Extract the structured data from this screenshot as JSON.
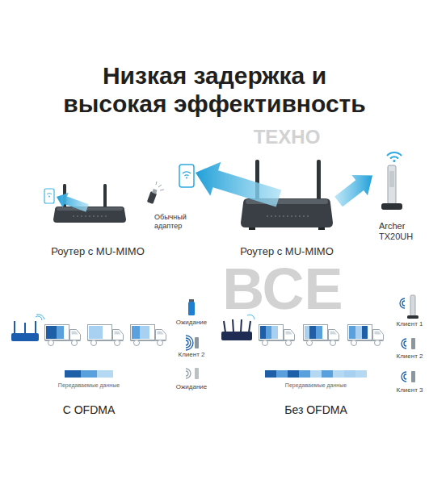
{
  "diagram": {
    "title": "Низкая задержка и высокая эффективность",
    "nodes": [
      {
        "text": [
          "Роутер с MU-MIMO"
        ]
      },
      {
        "text": [
          "Обычный адаптер"
        ]
      },
      {
        "text": [
          "Роутер с MU-MIMO"
        ]
      },
      {
        "text": [
          "Archer TX20UH"
        ]
      }
    ],
    "edges": [
      {
        "from": 2,
        "to": 3,
        "arrow": "to"
      }
    ],
    "labels": [
      "ТЕХНО",
      "ВСЕ",
      "Ожидание",
      "Клиент 1",
      "Клиент 2",
      "Клиент 2",
      "Ожидание",
      "Клиент 3",
      "Передаваемые данные",
      "Передаваемые данные",
      "С OFDMA",
      "Без OFDMA"
    ]
  }
}
